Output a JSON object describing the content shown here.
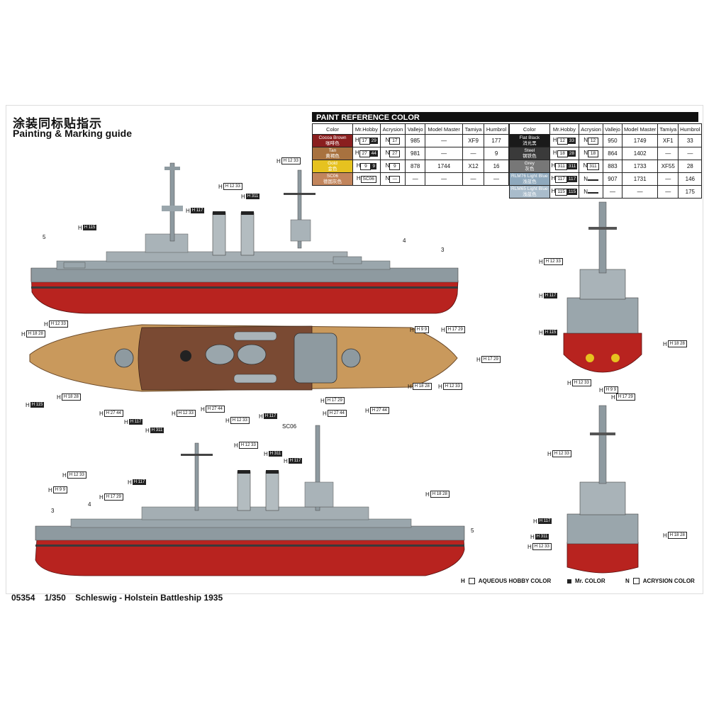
{
  "title_cn": "涂装同标贴指示",
  "title_en": "Painting & Marking guide",
  "paint_reference": {
    "header": "PAINT  REFERENCE COLOR",
    "columns": [
      "Color",
      "Mr.Hobby",
      "Acrysion",
      "Vallejo",
      "Model Master",
      "Tamiya",
      "Humbrol"
    ],
    "left_rows": [
      {
        "name": "Cocoa Brown",
        "cn": "咖啡色",
        "swatch": "#8a1f1f",
        "mrhobby": "17",
        "mr_dark": "29",
        "acrysion": "17",
        "vallejo": "985",
        "model_master": "—",
        "tamiya": "XF9",
        "humbrol": "177"
      },
      {
        "name": "Tan",
        "cn": "黄褐色",
        "swatch": "#a8723f",
        "mrhobby": "27",
        "mr_dark": "44",
        "acrysion": "27",
        "vallejo": "981",
        "model_master": "—",
        "tamiya": "—",
        "humbrol": "9"
      },
      {
        "name": "Gold",
        "cn": "金色",
        "swatch": "#e6c21f",
        "mrhobby": "9",
        "mr_dark": "9",
        "acrysion": "9",
        "vallejo": "878",
        "model_master": "1744",
        "tamiya": "X12",
        "humbrol": "16"
      },
      {
        "name": "SC06",
        "cn": "德国灰色",
        "swatch": "#c2855c",
        "mrhobby": "SC06",
        "mr_dark": "",
        "acrysion": "—",
        "vallejo": "—",
        "model_master": "—",
        "tamiya": "—",
        "humbrol": "—"
      }
    ],
    "right_rows": [
      {
        "name": "Flat Black",
        "cn": "消光黑",
        "swatch": "#1a1a1a",
        "mrhobby": "12",
        "mr_dark": "33",
        "acrysion": "12",
        "vallejo": "950",
        "model_master": "1749",
        "tamiya": "XF1",
        "humbrol": "33"
      },
      {
        "name": "Steel",
        "cn": "钢铁色",
        "swatch": "#3a3a3a",
        "mrhobby": "18",
        "mr_dark": "28",
        "acrysion": "18",
        "vallejo": "864",
        "model_master": "1402",
        "tamiya": "—",
        "humbrol": "—"
      },
      {
        "name": "Grey",
        "cn": "灰色",
        "swatch": "#777777",
        "mrhobby": "311",
        "mr_dark": "311",
        "acrysion": "311",
        "vallejo": "883",
        "model_master": "1733",
        "tamiya": "XF55",
        "humbrol": "28"
      },
      {
        "name": "RLM76 Light Blue",
        "cn": "浅蓝色",
        "swatch": "#8fa9bd",
        "mrhobby": "117",
        "mr_dark": "117",
        "acrysion": "",
        "vallejo": "907",
        "model_master": "1731",
        "tamiya": "—",
        "humbrol": "146"
      },
      {
        "name": "RLM65 Light Blue",
        "cn": "浅蓝色",
        "swatch": "#a9bccb",
        "mrhobby": "115",
        "mr_dark": "115",
        "acrysion": "",
        "vallejo": "—",
        "model_master": "—",
        "tamiya": "—",
        "humbrol": "175"
      }
    ]
  },
  "callouts": {
    "H12_33": "H 12 33",
    "H311": "H 311",
    "H117": "H 117",
    "H115": "H 115",
    "H18_28": "H 18 28",
    "H27_44": "H 27 44",
    "H17_29": "H 17 29",
    "H9_9": "H 9 9",
    "SC06": "SC06"
  },
  "numbers": [
    "5",
    "4",
    "3"
  ],
  "legend": {
    "aqueous": "AQUEOUS HOBBY COLOR",
    "mr": "Mr. COLOR",
    "acrysion": "ACRYSION COLOR"
  },
  "footer": {
    "code": "05354",
    "scale": "1/350",
    "name": "Schleswig - Holstein Battleship 1935"
  },
  "colors": {
    "hull_red": "#b8231f",
    "hull_grey": "#8e9aa0",
    "deck_tan": "#c9995c",
    "deck_brown": "#7a4a33",
    "steel": "#3a3a3a"
  }
}
